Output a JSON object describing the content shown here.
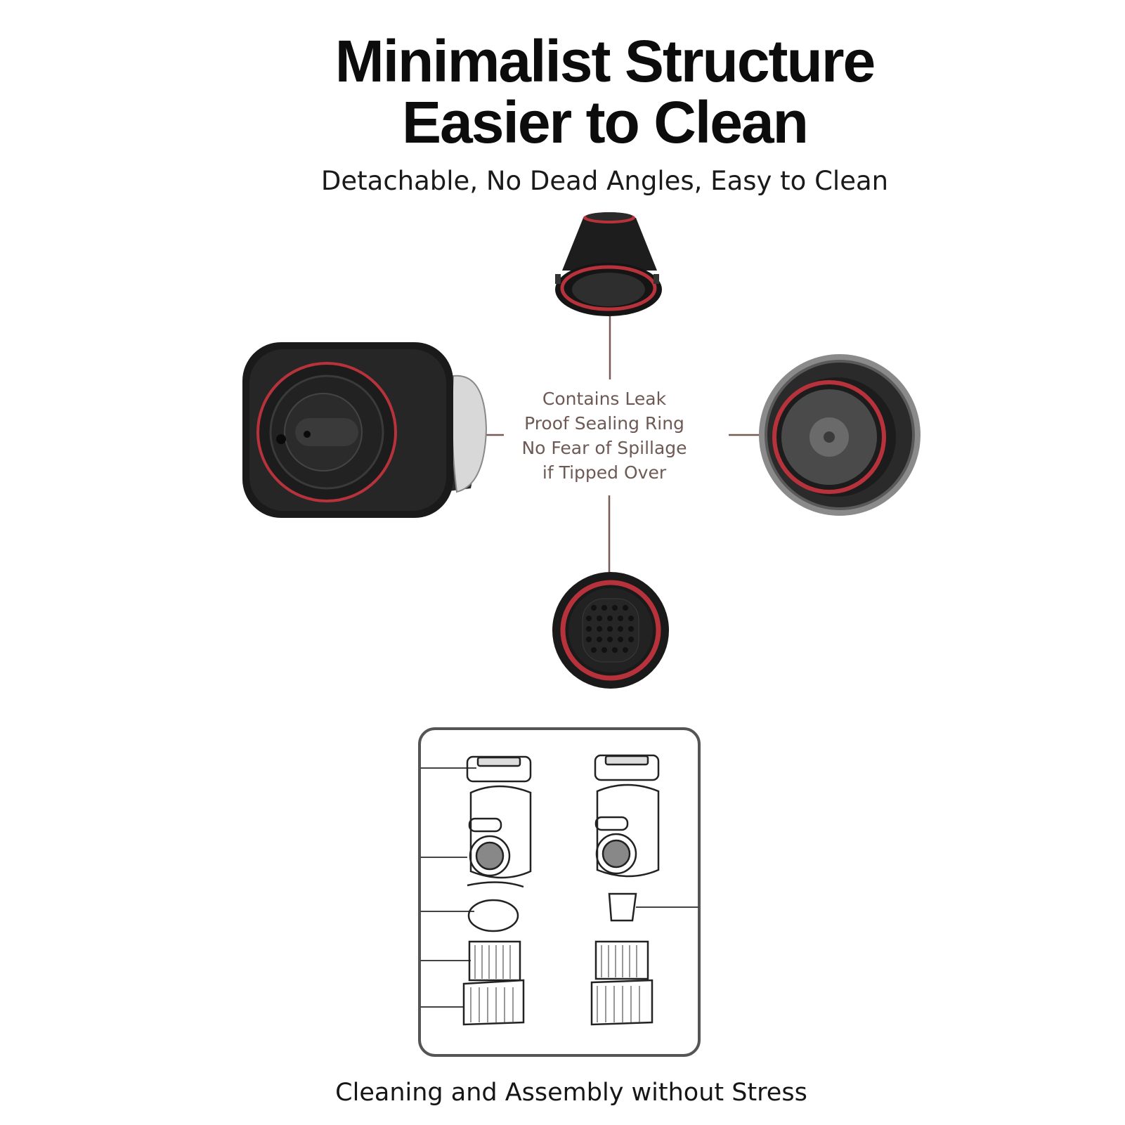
{
  "heading": {
    "line1": "Minimalist Structure",
    "line2": "Easier to Clean"
  },
  "subheading": "Detachable, No Dead Angles, Easy to Clean",
  "callout": {
    "line1": "Contains Leak",
    "line2": "Proof Sealing Ring",
    "line3": "No Fear of Spillage",
    "line4": "if Tipped Over"
  },
  "caption": "Cleaning and Assembly without Stress",
  "colors": {
    "seal_red": "#b8323c",
    "part_black": "#1b1b1b",
    "leader_line": "#7a5a55"
  },
  "icons": [
    "capsule-cup-icon",
    "capsule-body-side-icon",
    "capsule-top-open-icon",
    "filter-disc-icon",
    "assembly-diagram-icon"
  ]
}
